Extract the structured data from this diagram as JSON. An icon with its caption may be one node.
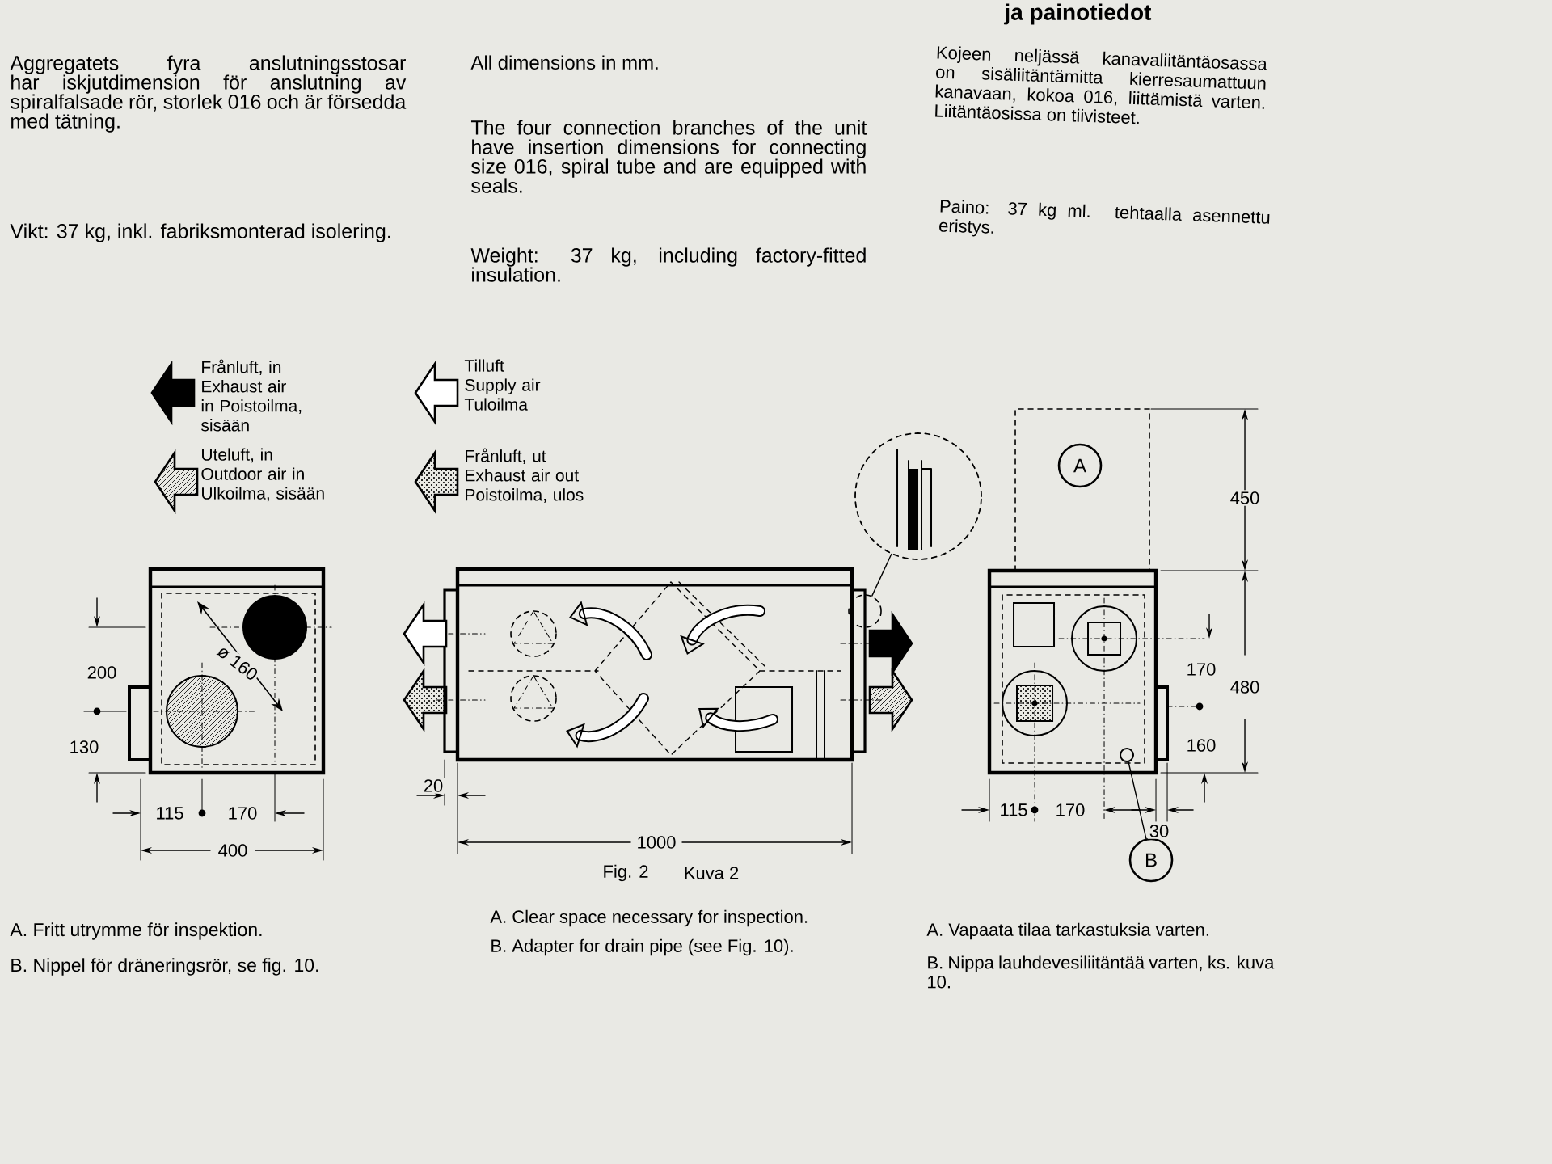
{
  "diagram": {
    "nodes": [
      {
        "text": [
          "A"
        ]
      },
      {
        "text": [
          "B"
        ]
      },
      {
        "text": [],
        "shape": "circle"
      },
      {
        "text": [],
        "shape": "picture"
      },
      {
        "text": [],
        "shape": "circle"
      }
    ],
    "edges": [
      {
        "from": 1,
        "to": 2,
        "arrow": "none"
      },
      {
        "from": 3,
        "to": 4,
        "arrow": "none"
      }
    ],
    "labels": [
      "ja painotiedot",
      "Aggregatets fyra anslutningsstosar har iskjutdimension för anslutning av spiralfalsade rör, storlek 016 och är försedda med tätning.",
      "All dimensions in mm.",
      "Kojeen neljässä kanavaliitäntäosassa on sisäliitäntämitta kierresaumattuun kanavaan, kokoa 016, liittämistä varten. Liitäntäosissa on tiivisteet.",
      "The four connection branches of the unit have insertion dimensions for connecting size 016, spiral tube and are equipped with seals.",
      "Vikt: 37 kg, inkl. fabriksmonterad isolering.",
      "Paino: 37 kg ml. tehtaalla asennettu eristys.",
      "Weight: 37 kg, including factory-fitted insulation.",
      "450",
      "200",
      "ø 160",
      "170",
      "480",
      "130",
      "160",
      "20",
      "115",
      "170",
      "115",
      "170",
      "30",
      "400",
      "1000",
      "Fig. 2",
      "Kuva 2",
      "A. Fritt utrymme för inspektion.",
      "A. Clear space necessary for inspection.",
      "A. Vapaata tilaa tarkastuksia varten.",
      "B. Nippel för dräneringsrör, se fig. 10.",
      "B. Adapter for drain pipe (see Fig. 10).",
      "B. Nippa lauhdevesiliitäntää varten, ks. kuva 10."
    ],
    "legend": [
      {
        "text": "Frånluft, in Exhaust air in Poistoilma, sisään"
      },
      {
        "text": "Tilluft Supply air Tuloilma"
      },
      {
        "text": "Uteluft, in Outdoor air in Ulkoilma, sisään"
      },
      {
        "text": "Frånluft, ut Exhaust air out Poistoilma, ulos"
      }
    ]
  }
}
